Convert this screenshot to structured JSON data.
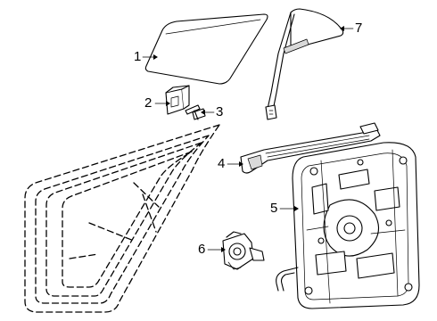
{
  "diagram": {
    "callouts": [
      {
        "id": "1",
        "label": "1",
        "part": "door-glass"
      },
      {
        "id": "2",
        "label": "2",
        "part": "glass-clip"
      },
      {
        "id": "3",
        "label": "3",
        "part": "bolt"
      },
      {
        "id": "4",
        "label": "4",
        "part": "run-channel"
      },
      {
        "id": "5",
        "label": "5",
        "part": "window-regulator"
      },
      {
        "id": "6",
        "label": "6",
        "part": "regulator-motor"
      },
      {
        "id": "7",
        "label": "7",
        "part": "quarter-glass"
      }
    ]
  }
}
